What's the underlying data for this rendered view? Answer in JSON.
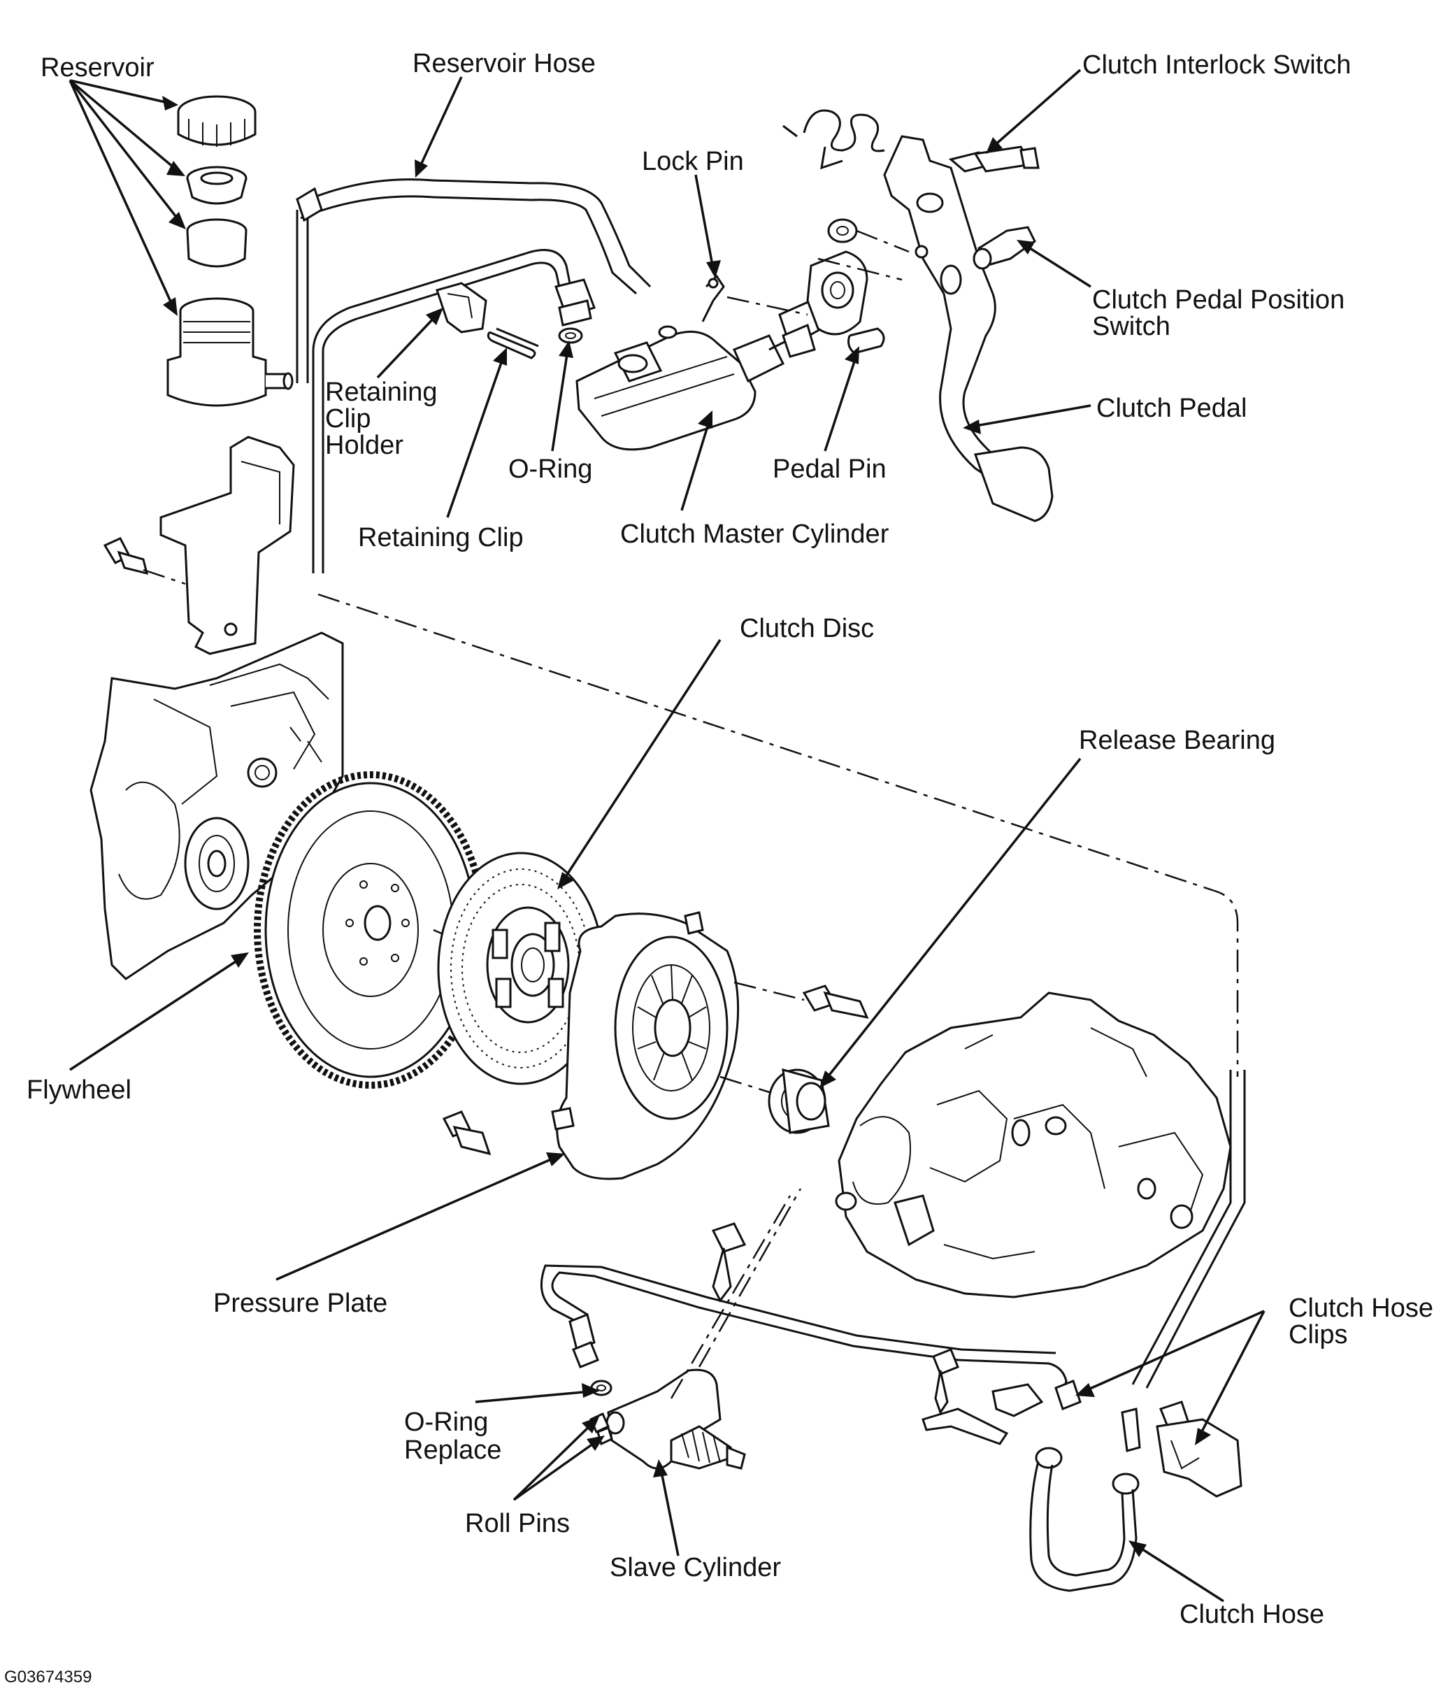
{
  "labels": {
    "reservoir": "Reservoir",
    "reservoir_hose": "Reservoir Hose",
    "clutch_interlock_switch": "Clutch Interlock Switch",
    "lock_pin": "Lock Pin",
    "clutch_pedal_position_switch_1": "Clutch Pedal Position",
    "clutch_pedal_position_switch_2": "Switch",
    "clutch_pedal": "Clutch Pedal",
    "retaining_clip_holder_1": "Retaining",
    "retaining_clip_holder_2": "Clip",
    "retaining_clip_holder_3": "Holder",
    "o_ring": "O-Ring",
    "pedal_pin": "Pedal Pin",
    "retaining_clip": "Retaining Clip",
    "clutch_master_cylinder": "Clutch Master Cylinder",
    "clutch_disc": "Clutch Disc",
    "release_bearing": "Release Bearing",
    "flywheel": "Flywheel",
    "pressure_plate": "Pressure Plate",
    "clutch_hose_clips_1": "Clutch Hose",
    "clutch_hose_clips_2": "Clips",
    "o_ring_replace_1": "O-Ring",
    "o_ring_replace_2": "Replace",
    "roll_pins": "Roll Pins",
    "slave_cylinder": "Slave Cylinder",
    "clutch_hose": "Clutch Hose"
  },
  "figure_code": "G03674359"
}
